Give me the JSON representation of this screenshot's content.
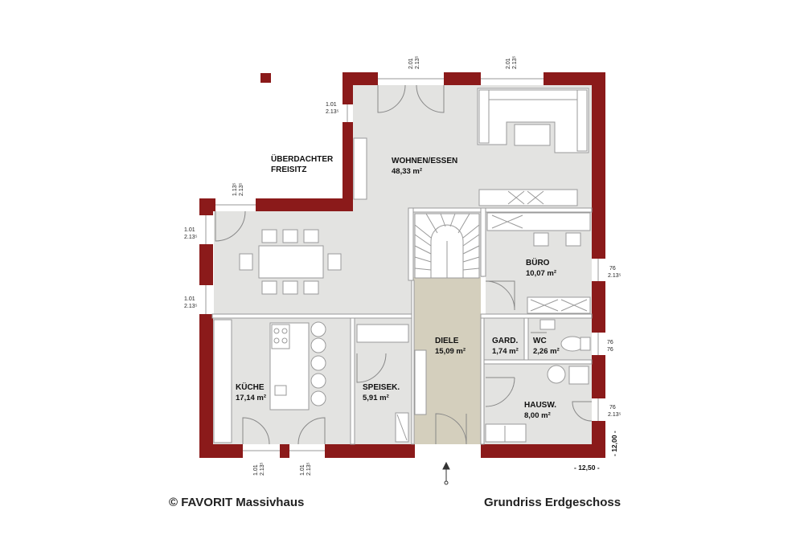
{
  "colors": {
    "wall": "#8b1a1a",
    "floor": "#e3e3e1",
    "hall": "#d4cfbd",
    "furniture": "#ffffff",
    "line": "#9a9a9a"
  },
  "rooms": {
    "covered_seating": {
      "line1": "ÜBERDACHTER",
      "line2": "FREISITZ"
    },
    "living": {
      "name": "WOHNEN/ESSEN",
      "area": "48,33 m²"
    },
    "office": {
      "name": "BÜRO",
      "area": "10,07 m²"
    },
    "kitchen": {
      "name": "KÜCHE",
      "area": "17,14 m²"
    },
    "pantry": {
      "name": "SPEISEK.",
      "area": "5,91 m²"
    },
    "hall": {
      "name": "DIELE",
      "area": "15,09 m²"
    },
    "wardrobe": {
      "name": "GARD.",
      "area": "1,74 m²"
    },
    "wc": {
      "name": "WC",
      "area": "2,26 m²"
    },
    "utility": {
      "name": "HAUSW.",
      "area": "8,00 m²"
    }
  },
  "window_labels": {
    "top_left": {
      "w": "2.01",
      "h": "2.13⁵"
    },
    "top_right": {
      "w": "2.01",
      "h": "2.13⁵"
    },
    "living_west": {
      "w": "1.01",
      "h": "2.13⁵"
    },
    "dining_top": {
      "w": "1.13⁵",
      "h": "2.13⁵"
    },
    "dining_west_upper": {
      "w": "1.01",
      "h": "2.13⁵"
    },
    "dining_west_lower": {
      "w": "1.01",
      "h": "2.13⁵"
    },
    "office_east": {
      "w": "76",
      "h": "2.13⁵"
    },
    "wc_east": {
      "w": "76",
      "h": "76"
    },
    "utility_east": {
      "w": "76",
      "h": "2.13⁵"
    },
    "kitchen_south_left": {
      "w": "1.01",
      "h": "2.13⁵"
    },
    "kitchen_south_right": {
      "w": "1.01",
      "h": "2.13⁵"
    }
  },
  "dimensions": {
    "width": "- 12,50 -",
    "depth": "- 12,00 -"
  },
  "footer": {
    "copyright": "© FAVORIT Massivhaus",
    "title": "Grundriss Erdgeschoss"
  }
}
